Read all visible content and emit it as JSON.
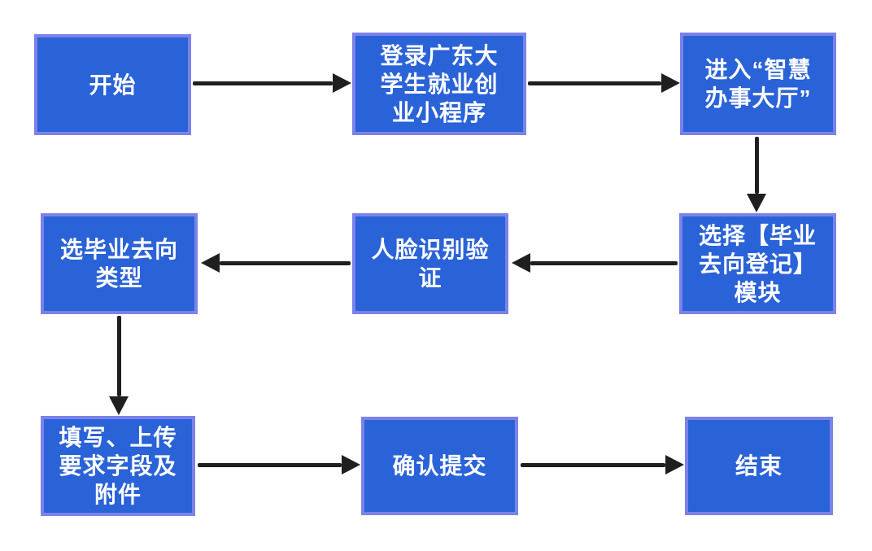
{
  "diagram": {
    "type": "flowchart",
    "background": "#ffffff",
    "colors": {
      "node_fill": "#2a62d8",
      "node_border": "#7b82e9",
      "node_text": "#ffffff",
      "arrow": "#1f1f1f"
    },
    "nodes": [
      {
        "id": "start",
        "label": "开始"
      },
      {
        "id": "login-miniprogram",
        "label": "登录广东大\n学生就业创\n业小程序"
      },
      {
        "id": "enter-smart-hall",
        "label": "进入“智慧\n办事大厅”"
      },
      {
        "id": "select-module",
        "label": "选择【毕业\n去向登记】\n模块"
      },
      {
        "id": "face-verification",
        "label": "人脸识别验\n证"
      },
      {
        "id": "select-destination-type",
        "label": "选毕业去向\n类型"
      },
      {
        "id": "fill-upload",
        "label": "填写、上传\n要求字段及\n附件"
      },
      {
        "id": "confirm-submit",
        "label": "确认提交"
      },
      {
        "id": "end",
        "label": "结束"
      }
    ],
    "edges": [
      {
        "from": "start",
        "to": "login-miniprogram",
        "direction": "right"
      },
      {
        "from": "login-miniprogram",
        "to": "enter-smart-hall",
        "direction": "right"
      },
      {
        "from": "enter-smart-hall",
        "to": "select-module",
        "direction": "down"
      },
      {
        "from": "select-module",
        "to": "face-verification",
        "direction": "left"
      },
      {
        "from": "face-verification",
        "to": "select-destination-type",
        "direction": "left"
      },
      {
        "from": "select-destination-type",
        "to": "fill-upload",
        "direction": "down"
      },
      {
        "from": "fill-upload",
        "to": "confirm-submit",
        "direction": "right"
      },
      {
        "from": "confirm-submit",
        "to": "end",
        "direction": "right"
      }
    ]
  }
}
